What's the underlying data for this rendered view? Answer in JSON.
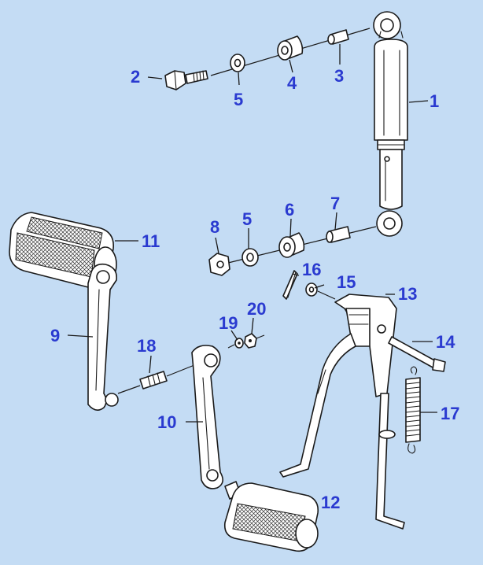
{
  "colors": {
    "background": "#c4dcf4",
    "callout": "#2a3ad0",
    "line": "#1a1a1a"
  },
  "callouts": [
    {
      "id": "c1",
      "label": "1"
    },
    {
      "id": "c2",
      "label": "2"
    },
    {
      "id": "c3",
      "label": "3"
    },
    {
      "id": "c4",
      "label": "4"
    },
    {
      "id": "c5a",
      "label": "5"
    },
    {
      "id": "c5b",
      "label": "5"
    },
    {
      "id": "c6",
      "label": "6"
    },
    {
      "id": "c7",
      "label": "7"
    },
    {
      "id": "c8",
      "label": "8"
    },
    {
      "id": "c9",
      "label": "9"
    },
    {
      "id": "c10",
      "label": "10"
    },
    {
      "id": "c11",
      "label": "11"
    },
    {
      "id": "c12",
      "label": "12"
    },
    {
      "id": "c13",
      "label": "13"
    },
    {
      "id": "c14",
      "label": "14"
    },
    {
      "id": "c15",
      "label": "15"
    },
    {
      "id": "c16",
      "label": "16"
    },
    {
      "id": "c17",
      "label": "17"
    },
    {
      "id": "c18",
      "label": "18"
    },
    {
      "id": "c19",
      "label": "19"
    },
    {
      "id": "c20",
      "label": "20"
    }
  ]
}
